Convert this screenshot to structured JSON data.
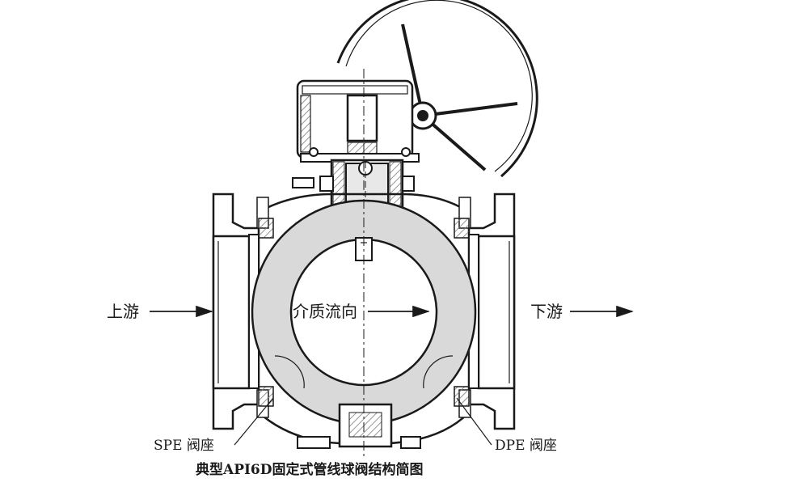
{
  "labels": {
    "upstream": "上游",
    "flow_direction": "介质流向",
    "downstream": "下游",
    "spe_seat": "SPE 阀座",
    "dpe_seat": "DPE 阀座",
    "caption": "典型API6D固定式管线球阀结构简图"
  },
  "colors": {
    "line": "#1a1a1a",
    "ball_fill": "#d9d9d9",
    "hatch": "#7a7a7a",
    "background": "#ffffff"
  }
}
